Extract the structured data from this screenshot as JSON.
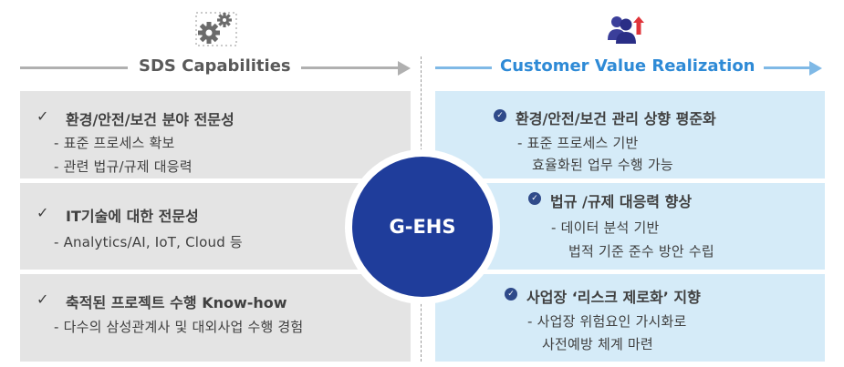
{
  "left": {
    "title": "SDS Capabilities",
    "items": [
      {
        "check": "✓",
        "title": "환경/안전/보건 분야 전문성",
        "subs": [
          "- 표준 프로세스 확보",
          "- 관련 법규/규제 대응력"
        ]
      },
      {
        "check": "✓",
        "title": "IT기술에 대한 전문성",
        "subs": [
          "- Analytics/AI, IoT, Cloud 등"
        ]
      },
      {
        "check": "✓",
        "title": "축적된 프로젝트 수행 Know-how",
        "subs": [
          "- 다수의 삼성관계사 및 대외사업 수행 경험"
        ]
      }
    ]
  },
  "right": {
    "title": "Customer Value Realization",
    "items": [
      {
        "title": "환경/안전/보건 관리 상향 평준화",
        "subs": [
          "- 표준 프로세스 기반",
          "효율화된 업무 수행 가능"
        ]
      },
      {
        "title": "법규 /규제 대응력 향상",
        "subs": [
          "- 데이터 분석 기반",
          "법적 기준 준수 방안 수립"
        ]
      },
      {
        "title": "사업장 ‘리스크 제로화’ 지향",
        "subs": [
          "- 사업장 위험요인 가시화로",
          "사전예방 체계 마련"
        ]
      }
    ]
  },
  "center": {
    "label": "G-EHS"
  },
  "icons": {
    "left": "gears-icon",
    "right": "users-growth-icon"
  },
  "colors": {
    "accent": "#2e8ad6",
    "circle": "#1f3d9b",
    "bullet": "#2f4a8a",
    "left_panel": "#e4e4e4",
    "right_panel": "#d5ebf8"
  }
}
